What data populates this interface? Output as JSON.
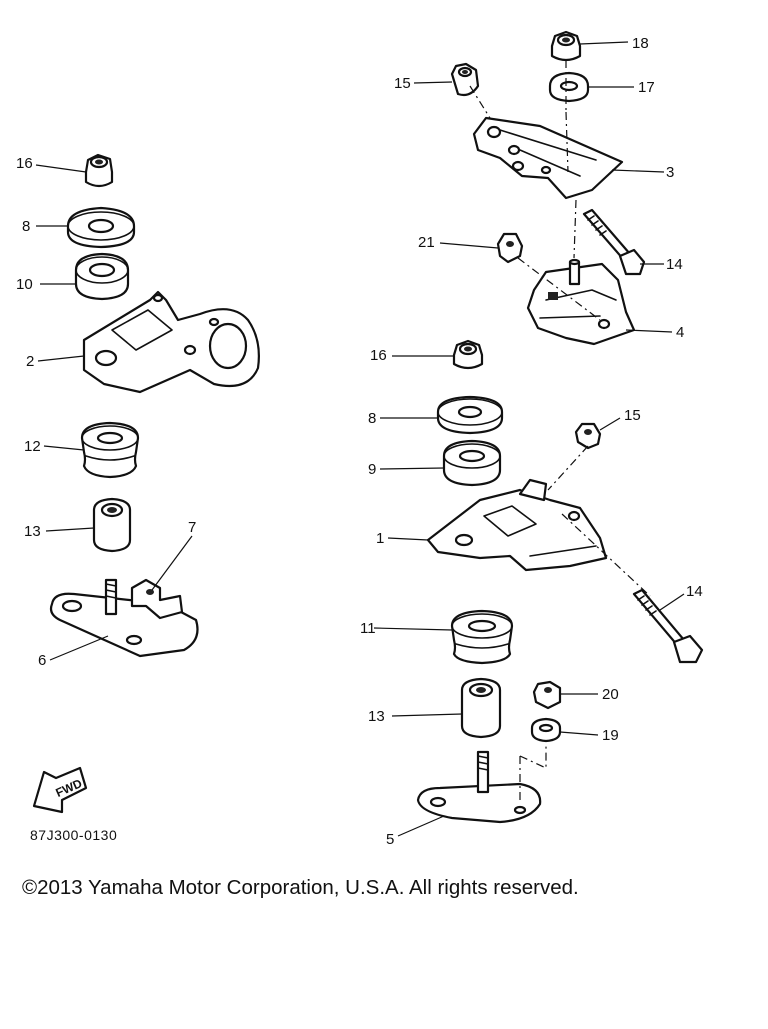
{
  "callouts": [
    {
      "id": "1",
      "label": "1"
    },
    {
      "id": "2",
      "label": "2"
    },
    {
      "id": "3",
      "label": "3"
    },
    {
      "id": "4",
      "label": "4"
    },
    {
      "id": "5",
      "label": "5"
    },
    {
      "id": "6",
      "label": "6"
    },
    {
      "id": "7",
      "label": "7"
    },
    {
      "id": "8a",
      "label": "8"
    },
    {
      "id": "8b",
      "label": "8"
    },
    {
      "id": "9",
      "label": "9"
    },
    {
      "id": "10",
      "label": "10"
    },
    {
      "id": "11",
      "label": "11"
    },
    {
      "id": "12",
      "label": "12"
    },
    {
      "id": "13a",
      "label": "13"
    },
    {
      "id": "13b",
      "label": "13"
    },
    {
      "id": "14a",
      "label": "14"
    },
    {
      "id": "14b",
      "label": "14"
    },
    {
      "id": "15a",
      "label": "15"
    },
    {
      "id": "15b",
      "label": "15"
    },
    {
      "id": "16a",
      "label": "16"
    },
    {
      "id": "16b",
      "label": "16"
    },
    {
      "id": "17",
      "label": "17"
    },
    {
      "id": "18",
      "label": "18"
    },
    {
      "id": "19",
      "label": "19"
    },
    {
      "id": "20",
      "label": "20"
    },
    {
      "id": "21",
      "label": "21"
    }
  ],
  "fwd_label": "FWD",
  "diagram_code": "87J300-0130",
  "copyright": "©2013 Yamaha Motor Corporation, U.S.A. All rights reserved."
}
